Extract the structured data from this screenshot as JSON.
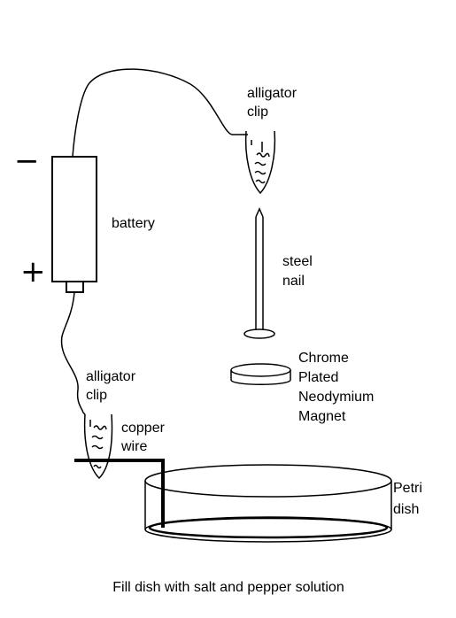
{
  "labels": {
    "clip_top": [
      "alligator",
      "clip"
    ],
    "battery": "battery",
    "minus": "−",
    "plus": "+",
    "nail": [
      "steel",
      "nail"
    ],
    "magnet": [
      "Chrome",
      "Plated",
      "Neodymium",
      "Magnet"
    ],
    "clip_bottom": [
      "alligator",
      "clip"
    ],
    "copper": [
      "copper",
      "wire"
    ],
    "dish": [
      "Petri",
      "dish"
    ],
    "caption": "Fill dish with salt and pepper solution"
  }
}
